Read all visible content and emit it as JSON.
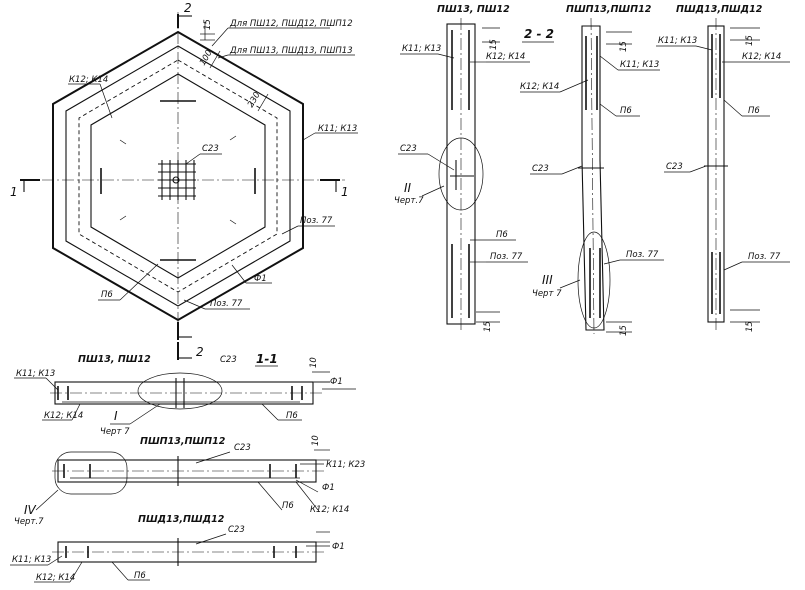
{
  "plan": {
    "cut_top": "2",
    "cut_left": "1",
    "cut_right": "1",
    "dim_15": "15",
    "dim_100": "100",
    "dim_230": "230",
    "note_pshp": "Для ПШ12, ПШД12, ПШП12",
    "note_psh13": "Для ПШ13, ПШД13, ПШП13",
    "k12_k14": "К12; К14",
    "k11_k13": "К11; К13",
    "c23": "С23",
    "poz77_right": "Поз. 77",
    "f1": "Ф1",
    "p6": "П6",
    "poz77_bottom": "Поз. 77",
    "cut_bottom": "2"
  },
  "section11": {
    "header_a": "ПШ13, ПШ12",
    "cut_label": "2",
    "header_c23": "С23",
    "section_label": "1-1",
    "dim_10a": "10",
    "k11_k13": "К11; К13",
    "f1_a": "Ф1",
    "k12_k14_a": "К12; К14",
    "detail_I": "I",
    "chert7_a": "Черт 7",
    "p6_a": "П6",
    "header_b": "ПШП13,ПШП12",
    "c23_b": "С23",
    "dim_10b": "10",
    "k11_k23": "К11; К23",
    "detail_IV": "IV",
    "chert7_b": "Черт.7",
    "f1_b": "Ф1",
    "p6_b": "П6",
    "k12_k14_b": "К12; К14",
    "header_c": "ПШД13,ПШД12",
    "c23_c": "С23",
    "f1_c": "Ф1",
    "k11_k13_c": "К11; К13",
    "k12_k14_c": "К12; К14",
    "p6_c": "П6"
  },
  "section22": {
    "header_a": "ПШ13, ПШ12",
    "section_label": "2 - 2",
    "header_b": "ПШП13,ПШП12",
    "header_c": "ПШД13,ПШД12",
    "k11_k13_a": "К11; К13",
    "k12_k14_a": "К12; К14",
    "c23_a": "С23",
    "detail_II": "II",
    "chert7_a": "Черт.7",
    "p6_a": "П6",
    "poz77_a": "Поз. 77",
    "dim15_a_top": "15",
    "dim15_a_bot": "15",
    "k11_k13_b": "К11; К13",
    "k12_k14_b": "К12; К14",
    "p6_b": "П6",
    "c23_b": "С23",
    "detail_III": "III",
    "chert7_b": "Черт 7",
    "poz77_b": "Поз. 77",
    "dim15_b_top": "15",
    "dim15_b_bot": "15",
    "k11_k13_c": "К11; К13",
    "k12_k14_c": "К12; К14",
    "p6_c": "П6",
    "c23_c": "С23",
    "poz77_c": "Поз. 77",
    "dim15_c_top": "15",
    "dim15_c_bot": "15"
  }
}
